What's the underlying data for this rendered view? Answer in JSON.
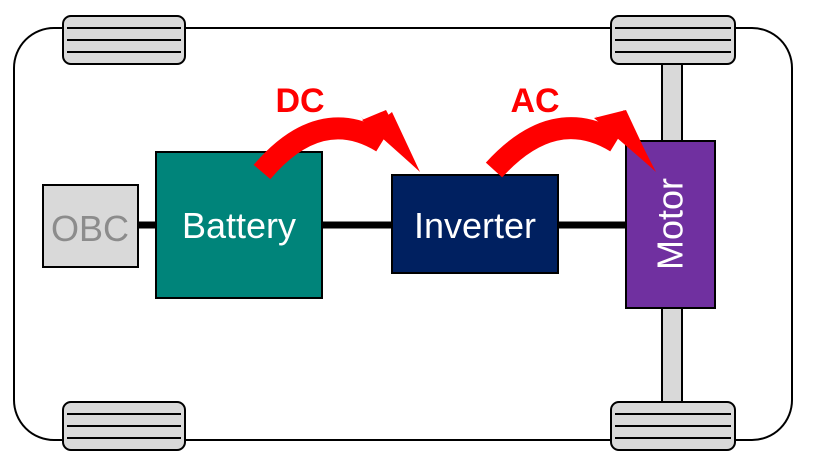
{
  "components": {
    "obc": {
      "label": "OBC",
      "fill": "#d9d9d9",
      "text_color": "#8c8c8c"
    },
    "battery": {
      "label": "Battery",
      "fill": "#00847a",
      "text_color": "#ffffff"
    },
    "inverter": {
      "label": "Inverter",
      "fill": "#002060",
      "text_color": "#ffffff"
    },
    "motor": {
      "label": "Motor",
      "fill": "#7030a0",
      "text_color": "#ffffff"
    }
  },
  "flows": {
    "dc": {
      "label": "DC",
      "color": "#ff0000"
    },
    "ac": {
      "label": "AC",
      "color": "#ff0000"
    }
  },
  "colors": {
    "wheel_fill": "#d9d9d9",
    "axle_fill": "#d9d9d9",
    "outline": "#000000",
    "link": "#000000",
    "background": "#ffffff"
  }
}
